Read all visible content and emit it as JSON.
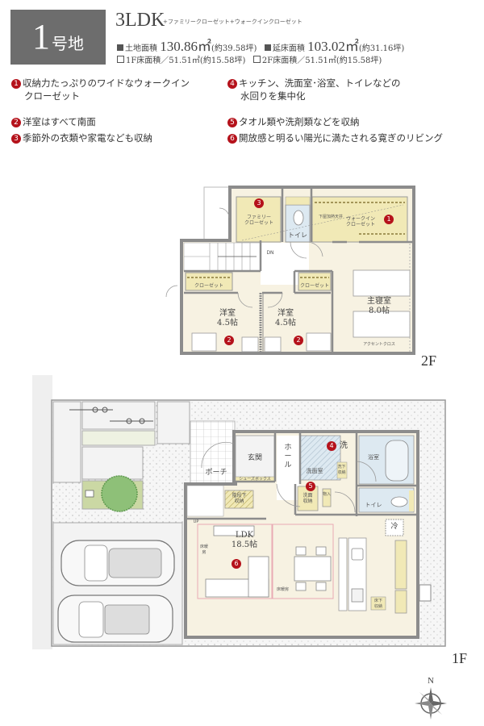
{
  "header": {
    "lot_number": "1",
    "lot_suffix": "号地",
    "plan_type": "3LDK",
    "plan_extras": "+ファミリークローゼット+ウォークインクローゼット",
    "land_area_label": "土地面積",
    "land_area_value": "130.86㎡",
    "land_area_tsubo": "(約39.58坪)",
    "total_floor_label": "延床面積",
    "total_floor_value": "103.02㎡",
    "total_floor_tsubo": "(約31.16坪)",
    "floor1_area": "1F床面積／51.51㎡(約15.58坪)",
    "floor2_area": "2F床面積／51.51㎡(約15.58坪)"
  },
  "features": [
    {
      "num": "1",
      "lines": [
        "収納力たっぷりのワイドなウォークイン",
        "クローゼット"
      ]
    },
    {
      "num": "2",
      "lines": [
        "洋室はすべて南面"
      ]
    },
    {
      "num": "3",
      "lines": [
        "季節外の衣類や家電なども収納"
      ]
    },
    {
      "num": "4",
      "lines": [
        "キッチン、洗面室･浴室、トイレなどの",
        "水回りを集中化"
      ]
    },
    {
      "num": "5",
      "lines": [
        "タオル類や洗剤類などを収納"
      ]
    },
    {
      "num": "6",
      "lines": [
        "開放感と明るい陽光に満たされる寛ぎのリビング"
      ]
    }
  ],
  "floor2": {
    "label": "2F",
    "rooms": {
      "family_closet": "ファミリー\nクローゼット",
      "toilet": "トイレ",
      "walkin_closet": "ウォークイン\nクローゼット",
      "attic_storage": "下屋加熱天井",
      "closet_left": "クローゼット",
      "closet_right": "クローゼット",
      "western_room_1": "洋室\n4.5帖",
      "western_room_2": "洋室\n4.5帖",
      "master_bedroom": "主寝室\n8.0帖",
      "accent_cloth": "アクセントクロス",
      "stairs_dn": "DN"
    },
    "badges": [
      "3",
      "1",
      "2",
      "2"
    ]
  },
  "floor1": {
    "label": "1F",
    "rooms": {
      "porch": "ポーチ",
      "entrance": "玄関",
      "shoe_box": "シューズボックス",
      "hall": "ホール",
      "washroom": "洗面室",
      "wash_short": "洗",
      "bathroom": "浴室",
      "toilet": "トイレ",
      "under_stair_storage": "階段下\n収納",
      "wash_storage": "洗面\n収納",
      "linen_storage": "洗下\n収納",
      "closet_small": "物入",
      "ldk": "LDK\n18.5帖",
      "fridge": "冷",
      "floor_heating_1": "床暖房",
      "floor_heating_2": "床暖房",
      "kitchen_storage": "床下\n収納",
      "up": "UP"
    },
    "badges": [
      "4",
      "5",
      "6"
    ]
  },
  "compass": {
    "north": "N"
  },
  "colors": {
    "wall": "#8c8c8c",
    "room_floor": "#f7f2e2",
    "closet": "#f1e9b6",
    "wet_area": "#dde9f1",
    "yard_dotted": "#f4f4f4",
    "badge": "#b5121b",
    "lot_box": "#6d6d6d",
    "rug_outline": "#e9aab4",
    "tree": "#7fb06a"
  }
}
